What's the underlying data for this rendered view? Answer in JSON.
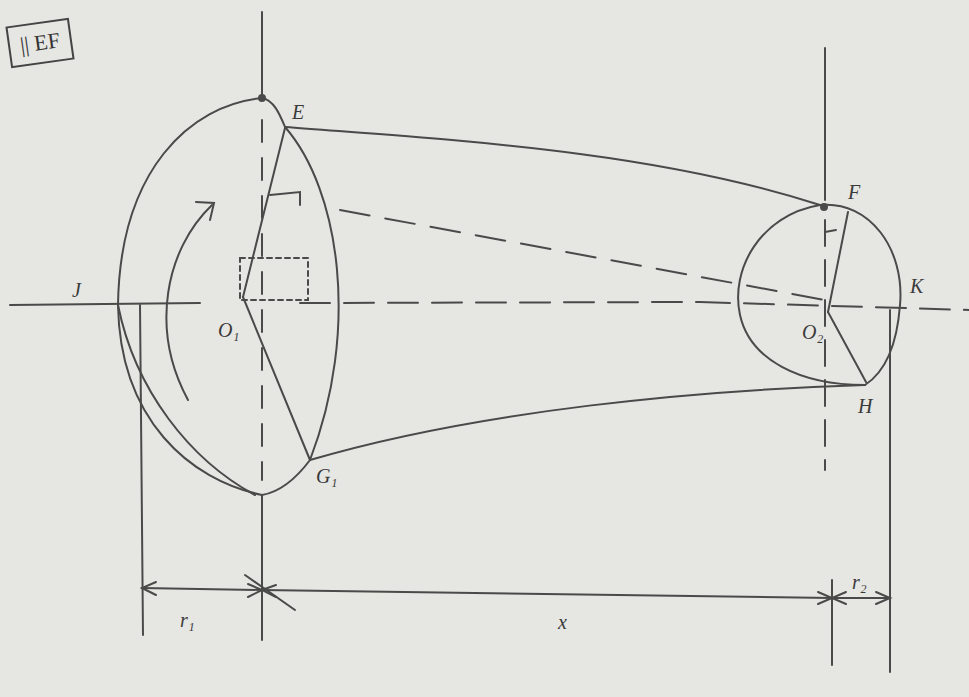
{
  "diagram": {
    "nodes": [
      {
        "text": [
          "|| EF"
        ]
      }
    ],
    "labels": [
      "E",
      "F",
      "J",
      "K",
      "O₁",
      "O₂",
      "G₁",
      "H",
      "r₁",
      "x",
      "r₂"
    ]
  }
}
